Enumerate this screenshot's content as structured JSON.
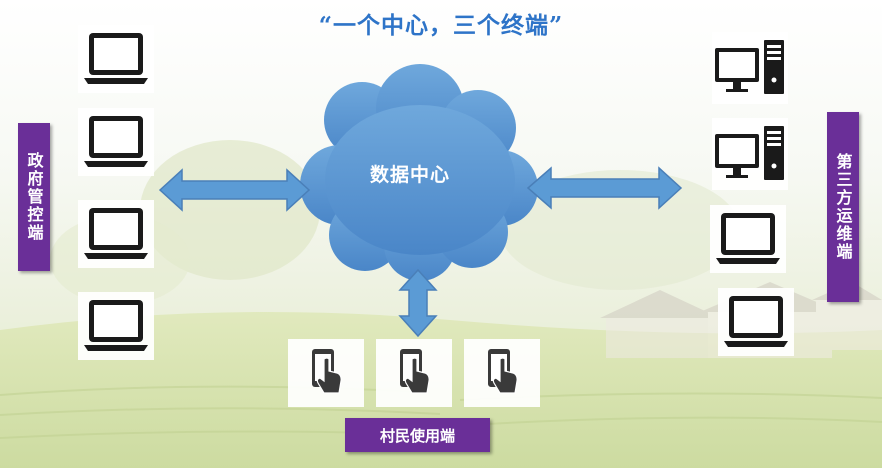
{
  "title": "“一个中心，三个终端”",
  "center": {
    "label": "数据中心"
  },
  "left_group": {
    "label": "政府管控端",
    "device_icon": "laptop-icon",
    "device_count": 4
  },
  "right_group": {
    "label": "第三方运维端",
    "device_icons": [
      "desktop-computer-icon",
      "desktop-computer-icon",
      "laptop-icon",
      "laptop-icon"
    ]
  },
  "bottom_group": {
    "label": "村民使用端",
    "device_icon": "smartphone-touch-icon",
    "device_count": 3
  },
  "colors": {
    "title": "#2E74C8",
    "label_bg": "#6A2F98",
    "cloud": "#5B9BD5",
    "arrow": "#5B9BD5"
  }
}
